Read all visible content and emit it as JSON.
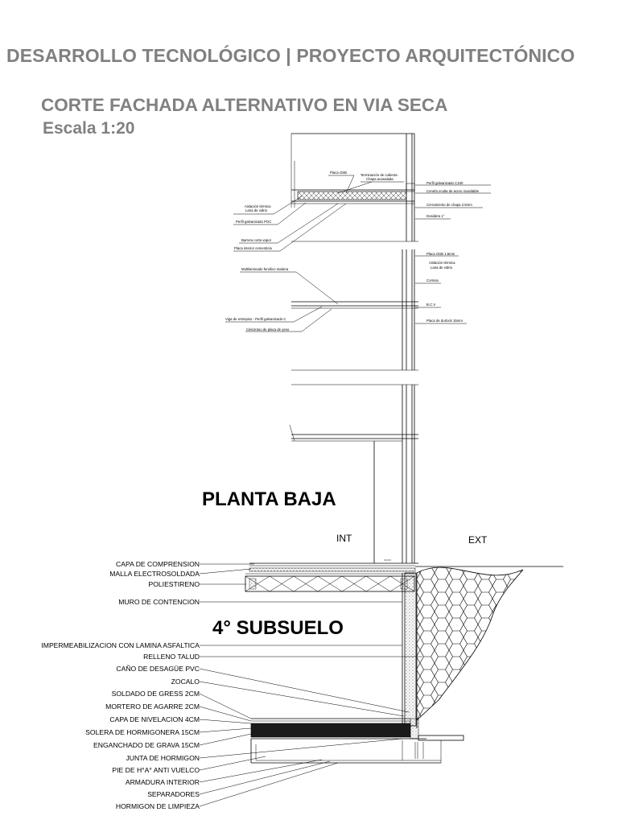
{
  "header": {
    "title": "DESARROLLO TECNOLÓGICO | PROYECTO ARQUITECTÓNICO",
    "section_title": "CORTE FACHADA ALTERNATIVO EN VIA SECA",
    "scale": "Escala 1:20"
  },
  "upper_labels": {
    "left": [
      "Placa OSB",
      "Terminación de cubierta",
      "Chapa acanalada",
      "Aislación térmica",
      "Lana de vidrio",
      "Perfil galvanizado PGC",
      "Barrera corta vapor",
      "Placa interior cementicia",
      "Multilaminado fenólico madera",
      "Viga de entrepiso - Perfil galvanizado C",
      "Cielorraso de placa de yeso"
    ],
    "right": [
      "Perfil galvanizado C100",
      "Cenefa oculta de acero inoxidable",
      "Cerramiento de chapa 2.5mm",
      "Dosidera 1°",
      "Placa OSB 1.5mm",
      "Aislación térmica",
      "Lana de vidrio",
      "Cornisa",
      "B.C.V",
      "Placa de durlock 15mm"
    ]
  },
  "levels": {
    "ground_floor": "PLANTA BAJA",
    "basement": "4° SUBSUELO",
    "interior": "INT",
    "exterior": "EXT"
  },
  "callouts": [
    "CAPA DE COMPRENSION",
    "MALLA ELECTROSOLDADA",
    "POLIESTIRENO",
    "MURO DE CONTENCION",
    "IMPERMEABILIZACION CON LAMINA ASFALTICA",
    "RELLENO TALUD",
    "CAÑO DE DESAGÜE PVC",
    "ZOCALO",
    "SOLDADO DE GRESS 2CM",
    "MORTERO DE AGARRE 2CM",
    "CAPA DE NIVELACION 4CM",
    "SOLERA DE HORMIGONERA 15CM",
    "ENGANCHADO DE GRAVA 15CM",
    "JUNTA DE HORMIGON",
    "PIE DE H°A° ANTI VUELCO",
    "ARMADURA INTERIOR",
    "SEPARADORES",
    "HORMIGON DE LIMPIEZA"
  ]
}
